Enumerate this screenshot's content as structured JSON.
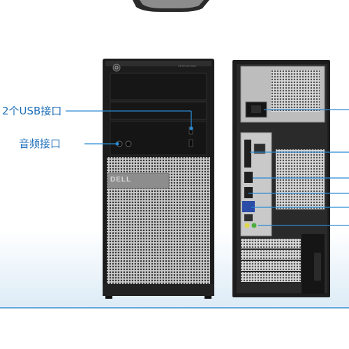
{
  "labels": {
    "usb_ports": "2个USB接口",
    "audio_ports": "音频接口"
  },
  "front_panel": {
    "logo": "DELL"
  },
  "colors": {
    "callout_line": "#2a8ad3",
    "callout_text": "#1f6fb8",
    "chassis_black": "#1b1b1b",
    "mesh_silver": "#9a9a9a",
    "floor_blue": "#d6eaf7"
  },
  "icons": [
    "power-icon",
    "usb-port-icon",
    "audio-jack-icon",
    "power-socket-icon",
    "keyboard-icon"
  ]
}
